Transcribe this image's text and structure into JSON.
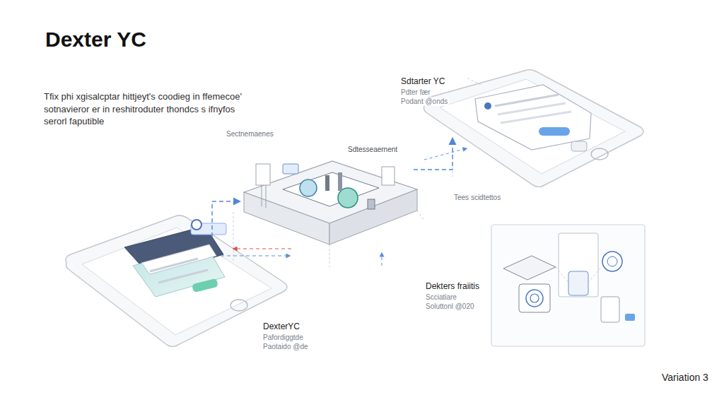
{
  "diagram": {
    "title": "Dexter YC",
    "caption": "Tfix phi xgisalcptar hittjeyt's coodieg in ffemecoe' sotnavieror er in reshitroduter thondcs s ifnyfos serorl faputible",
    "nodes": [
      {
        "text": [
          "Sdtesseaernent"
        ]
      },
      {
        "text": [
          "Sdtarter YC",
          "Pdter fær",
          "Podant @onds"
        ]
      },
      {
        "text": [
          "DexterYC",
          "Pafordiggtde",
          "Paotaido @de"
        ]
      },
      {
        "text": [
          "Dekters fraiitis",
          "Scciatiare",
          "Soluttonl @020"
        ]
      }
    ],
    "edges": [
      {
        "from": 0,
        "to": 1,
        "arrow": "to"
      },
      {
        "from": 2,
        "to": 0,
        "arrow": "to"
      }
    ],
    "labels": [
      "Sectnemaenes",
      "Tees scidtettos",
      "Variation 3"
    ]
  }
}
